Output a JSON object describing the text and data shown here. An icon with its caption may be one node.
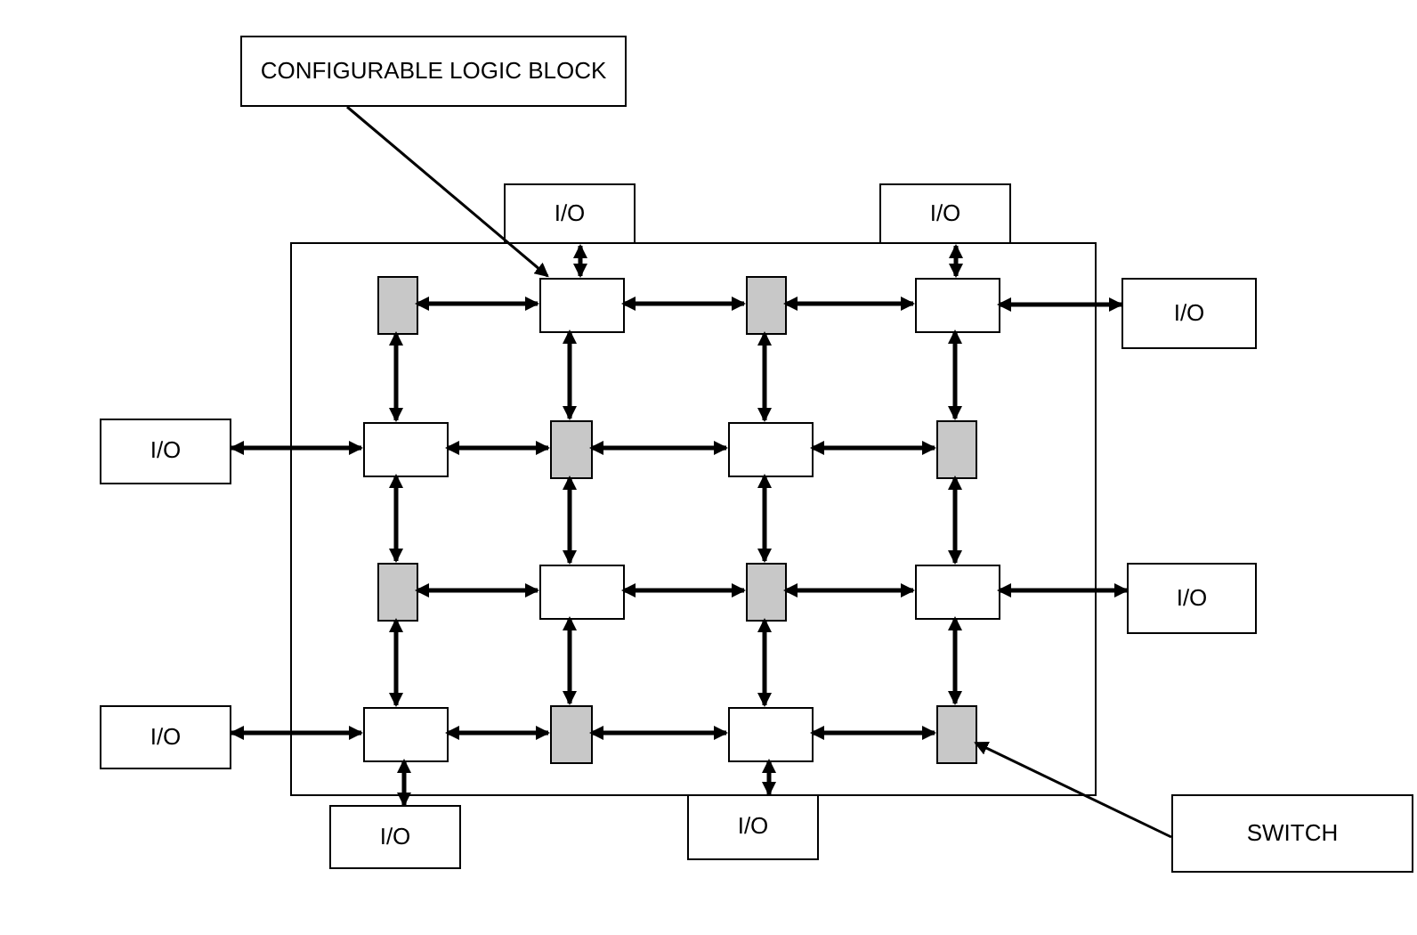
{
  "diagram": {
    "nodes": [
      {
        "text": [
          "CONFIGURABLE LOGIC BLOCK"
        ]
      },
      {
        "text": [
          "I/O"
        ]
      },
      {
        "text": [
          "I/O"
        ]
      },
      {
        "text": [],
        "shape": "box"
      },
      {
        "text": [],
        "shape": "bar",
        "in": 3
      },
      {
        "text": [],
        "shape": "box",
        "in": 3
      },
      {
        "text": [],
        "shape": "bar",
        "in": 3
      },
      {
        "text": [],
        "shape": "box",
        "in": 3
      },
      {
        "text": [],
        "shape": "box",
        "in": 3
      },
      {
        "text": [],
        "shape": "bar",
        "in": 3
      },
      {
        "text": [],
        "shape": "box",
        "in": 3
      },
      {
        "text": [],
        "shape": "bar",
        "in": 3
      },
      {
        "text": [],
        "shape": "bar",
        "in": 3
      },
      {
        "text": [],
        "shape": "box",
        "in": 3
      },
      {
        "text": [],
        "shape": "bar",
        "in": 3
      },
      {
        "text": [],
        "shape": "box",
        "in": 3
      },
      {
        "text": [],
        "shape": "box",
        "in": 3
      },
      {
        "text": [],
        "shape": "bar",
        "in": 3
      },
      {
        "text": [],
        "shape": "box",
        "in": 3
      },
      {
        "text": [],
        "shape": "bar",
        "in": 3
      },
      {
        "text": [
          "I/O"
        ]
      },
      {
        "text": [
          "I/O"
        ]
      },
      {
        "text": [
          "I/O"
        ]
      },
      {
        "text": [
          "I/O"
        ]
      },
      {
        "text": [
          "SWITCH"
        ]
      },
      {
        "text": [
          "I/O"
        ]
      },
      {
        "text": [
          "I/O"
        ]
      }
    ],
    "edges": [
      {
        "from": 0,
        "to": 5,
        "arrow": "to"
      },
      {
        "from": 24,
        "to": 19,
        "arrow": "to"
      },
      {
        "from": 1,
        "to": 5,
        "arrow": "both"
      },
      {
        "from": 2,
        "to": 7,
        "arrow": "both"
      },
      {
        "from": 7,
        "to": 20,
        "arrow": "both"
      },
      {
        "from": 21,
        "to": 8,
        "arrow": "both"
      },
      {
        "from": 15,
        "to": 22,
        "arrow": "both"
      },
      {
        "from": 23,
        "to": 16,
        "arrow": "both"
      },
      {
        "from": 16,
        "to": 25,
        "arrow": "both"
      },
      {
        "from": 18,
        "to": 26,
        "arrow": "both"
      },
      {
        "from": 4,
        "to": 5,
        "arrow": "both"
      },
      {
        "from": 5,
        "to": 6,
        "arrow": "both"
      },
      {
        "from": 6,
        "to": 7,
        "arrow": "both"
      },
      {
        "from": 4,
        "to": 8,
        "arrow": "both"
      },
      {
        "from": 5,
        "to": 9,
        "arrow": "both"
      },
      {
        "from": 6,
        "to": 10,
        "arrow": "both"
      },
      {
        "from": 7,
        "to": 11,
        "arrow": "both"
      },
      {
        "from": 8,
        "to": 9,
        "arrow": "both"
      },
      {
        "from": 9,
        "to": 10,
        "arrow": "both"
      },
      {
        "from": 10,
        "to": 11,
        "arrow": "both"
      },
      {
        "from": 8,
        "to": 12,
        "arrow": "both"
      },
      {
        "from": 9,
        "to": 13,
        "arrow": "both"
      },
      {
        "from": 10,
        "to": 14,
        "arrow": "both"
      },
      {
        "from": 11,
        "to": 15,
        "arrow": "both"
      },
      {
        "from": 12,
        "to": 13,
        "arrow": "both"
      },
      {
        "from": 13,
        "to": 14,
        "arrow": "both"
      },
      {
        "from": 14,
        "to": 15,
        "arrow": "both"
      },
      {
        "from": 12,
        "to": 16,
        "arrow": "both"
      },
      {
        "from": 13,
        "to": 17,
        "arrow": "both"
      },
      {
        "from": 14,
        "to": 18,
        "arrow": "both"
      },
      {
        "from": 15,
        "to": 19,
        "arrow": "both"
      },
      {
        "from": 16,
        "to": 17,
        "arrow": "both"
      },
      {
        "from": 17,
        "to": 18,
        "arrow": "both"
      },
      {
        "from": 18,
        "to": 19,
        "arrow": "both"
      }
    ]
  }
}
